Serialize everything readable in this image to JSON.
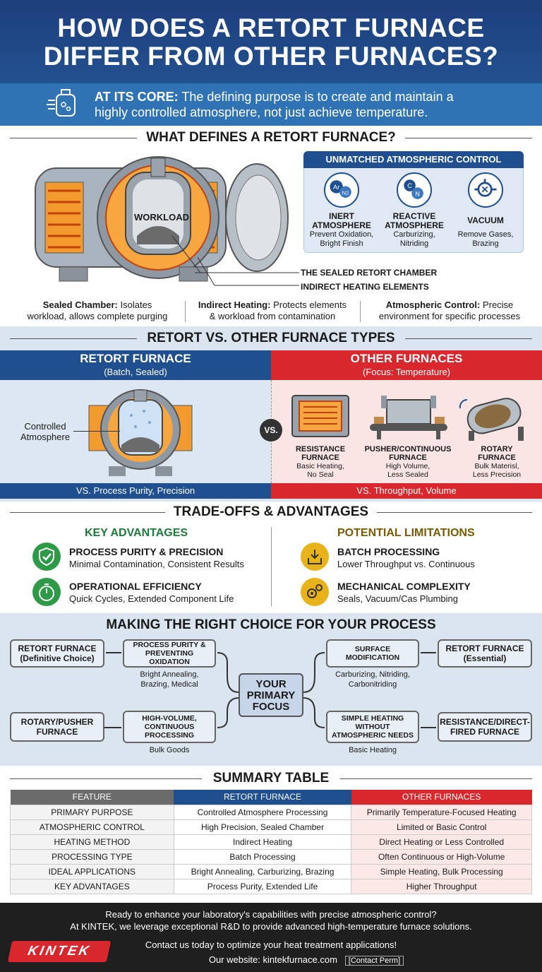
{
  "header": {
    "title_line1": "HOW DOES A RETORT FURNACE",
    "title_line2": "DIFFER FROM OTHER FURNACES?"
  },
  "core": {
    "label": "AT ITS CORE:",
    "text_line1": " The defining purpose is to create and maintain a",
    "text_line2": "highly controlled atmosphere, not just achieve temperature."
  },
  "defines": {
    "title": "WHAT DEFINES A RETORT FURNACE?",
    "workload_label": "WORKLOAD",
    "callout1": "THE SEALED RETORT CHAMBER",
    "callout2": "INDIRECT HEATING ELEMENTS",
    "control_box": {
      "title": "UNMATCHED ATMOSPHERIC CONTROL",
      "items": [
        {
          "icon": "ar-n2-molecule-icon",
          "t1": "INERT",
          "t2": "ATMOSPHERE",
          "s1": "Prevent Oxidation,",
          "s2": "Bright Finish",
          "sym1": "Ar",
          "sym2": "N2"
        },
        {
          "icon": "c-n-molecule-icon",
          "t1": "REACTIVE",
          "t2": "ATMOSPHERE",
          "s1": "Carburizing,",
          "s2": "Nitriding",
          "sym1": "C",
          "sym2": "N"
        },
        {
          "icon": "vacuum-pump-icon",
          "t1": "VACUUM",
          "t2": "",
          "s1": "Remove Gases,",
          "s2": "Brazing"
        }
      ]
    },
    "features": [
      {
        "label": "Sealed Chamber:",
        "text1": " Isolates",
        "text2": "workload, allows complete purging"
      },
      {
        "label": "Indirect Heating:",
        "text1": " Protects elements",
        "text2": "& workload from contamination"
      },
      {
        "label": "Atmospheric Control:",
        "text1": " Precise",
        "text2": "environment for specific processes"
      }
    ]
  },
  "versus": {
    "title": "RETORT VS. OTHER FURNACE TYPES",
    "left_title": "RETORT FURNACE",
    "left_sub": "(Batch, Sealed)",
    "right_title": "OTHER FURNACES",
    "right_sub": "(Focus: Temperature)",
    "controlled_label1": "Controlled",
    "controlled_label2": "Atmosphere",
    "vs_badge": "VS.",
    "types": [
      {
        "t1": "RESISTANCE",
        "t2": "FURNACE",
        "s1": "Basic Heating,",
        "s2": "No Seal"
      },
      {
        "t1": "PUSHER/CONTINUOUS",
        "t2": "FURNACE",
        "s1": "High Volume,",
        "s2": "Less Sealed"
      },
      {
        "t1": "ROTARY",
        "t2": "FURNACE",
        "s1": "Bulk Materisl,",
        "s2": "Less Precision"
      }
    ],
    "left_foot": "VS. Process Purity, Precision",
    "right_foot": "VS. Throughput, Volume"
  },
  "tradeoffs": {
    "title": "TRADE-OFFS & ADVANTAGES",
    "adv_title": "KEY ADVANTAGES",
    "lim_title": "POTENTIAL LIMITATIONS",
    "advantages": [
      {
        "icon": "shield-check-icon",
        "t": "PROCESS PURITY & PRECISION",
        "s": "Minimal Contamination, Consistent Results"
      },
      {
        "icon": "stopwatch-icon",
        "t": "OPERATIONAL EFFICIENCY",
        "s": "Quick Cycles, Extended Component Life"
      }
    ],
    "limitations": [
      {
        "icon": "tray-download-icon",
        "t": "BATCH PROCESSING",
        "s": "Lower Throughput vs. Continuous"
      },
      {
        "icon": "gears-icon",
        "t": "MECHANICAL COMPLEXITY",
        "s": "Seals, Vacuum/Cas Plumbing"
      }
    ]
  },
  "choice": {
    "title": "MAKING THE RIGHT CHOICE FOR YOUR PROCESS",
    "center1": "YOUR",
    "center2": "PRIMARY",
    "center3": "FOCUS",
    "n_retort_def1": "RETORT FURNACE",
    "n_retort_def2": "(Definitive Choice)",
    "n_purity1": "PROCESS PURITY &",
    "n_purity2": "PREVENTING OXIDATION",
    "purity_label1": "Bright Annealing,",
    "purity_label2": "Brazing, Medical",
    "n_surface1": "SURFACE",
    "n_surface2": "MODIFICATION",
    "surface_label1": "Carburizing, Nitriding,",
    "surface_label2": "Carbonitriding",
    "n_retort_ess1": "RETORT FURNACE",
    "n_retort_ess2": "(Essential)",
    "n_rotary1": "ROTARY/PUSHER",
    "n_rotary2": "FURNACE",
    "n_volume1": "HIGH-VOLUME,",
    "n_volume2": "CONTINUOUS",
    "n_volume3": "PROCESSING",
    "volume_label": "Bulk Goods",
    "n_simple1": "SIMPLE HEATING",
    "n_simple2": "WITHOUT",
    "n_simple3": "ATMOSPHERIC NEEDS",
    "simple_label": "Basic Heating",
    "n_resist1": "RESISTANCE/DIRECT-",
    "n_resist2": "FIRED FURNACE"
  },
  "summary": {
    "title": "SUMMARY TABLE",
    "headers": [
      "FEATURE",
      "RETORT FURNACE",
      "OTHER FURNACES"
    ],
    "header_colors": [
      "#6b6b6b",
      "#1f4f8f",
      "#d8282e"
    ],
    "rows": [
      [
        "PRIMARY PURPOSE",
        "Controlled Atmosphere Processing",
        "Primarily Temperature-Focused Heating"
      ],
      [
        "ATMOSPHERIC CONTROL",
        "High Precision, Sealed Chamber",
        "Limited or Basic Control"
      ],
      [
        "HEATING METHOD",
        "Indirect Heating",
        "Direct Heating or Less Controlled"
      ],
      [
        "PROCESSING TYPE",
        "Batch Processing",
        "Often Continuous or High-Volume"
      ],
      [
        "IDEAL APPLICATIONS",
        "Bright Annealing, Carburizing, Brazing",
        "Simple Heating, Bulk Processing"
      ],
      [
        "KEY ADVANTAGES",
        "Process Purity, Extended Life",
        "Higher Throughput"
      ]
    ]
  },
  "footer": {
    "line1": "Ready to enhance your laboratory's capabilities with precise atmospheric control?",
    "line2": "At KINTEK, we leverage exceptional R&D to provide advanced high-temperature furnace solutions.",
    "line3": "Contact us today to optimize your heat treatment applications!",
    "website": "Our website: kintekfurnace.com",
    "contact": "[Contact Perm]",
    "logo": "KINTEK"
  },
  "colors": {
    "navy": "#1f4f8f",
    "red": "#d8282e",
    "green": "#2e9a48",
    "gold": "#e8b21a",
    "bg_blue": "#dbe5f0"
  }
}
